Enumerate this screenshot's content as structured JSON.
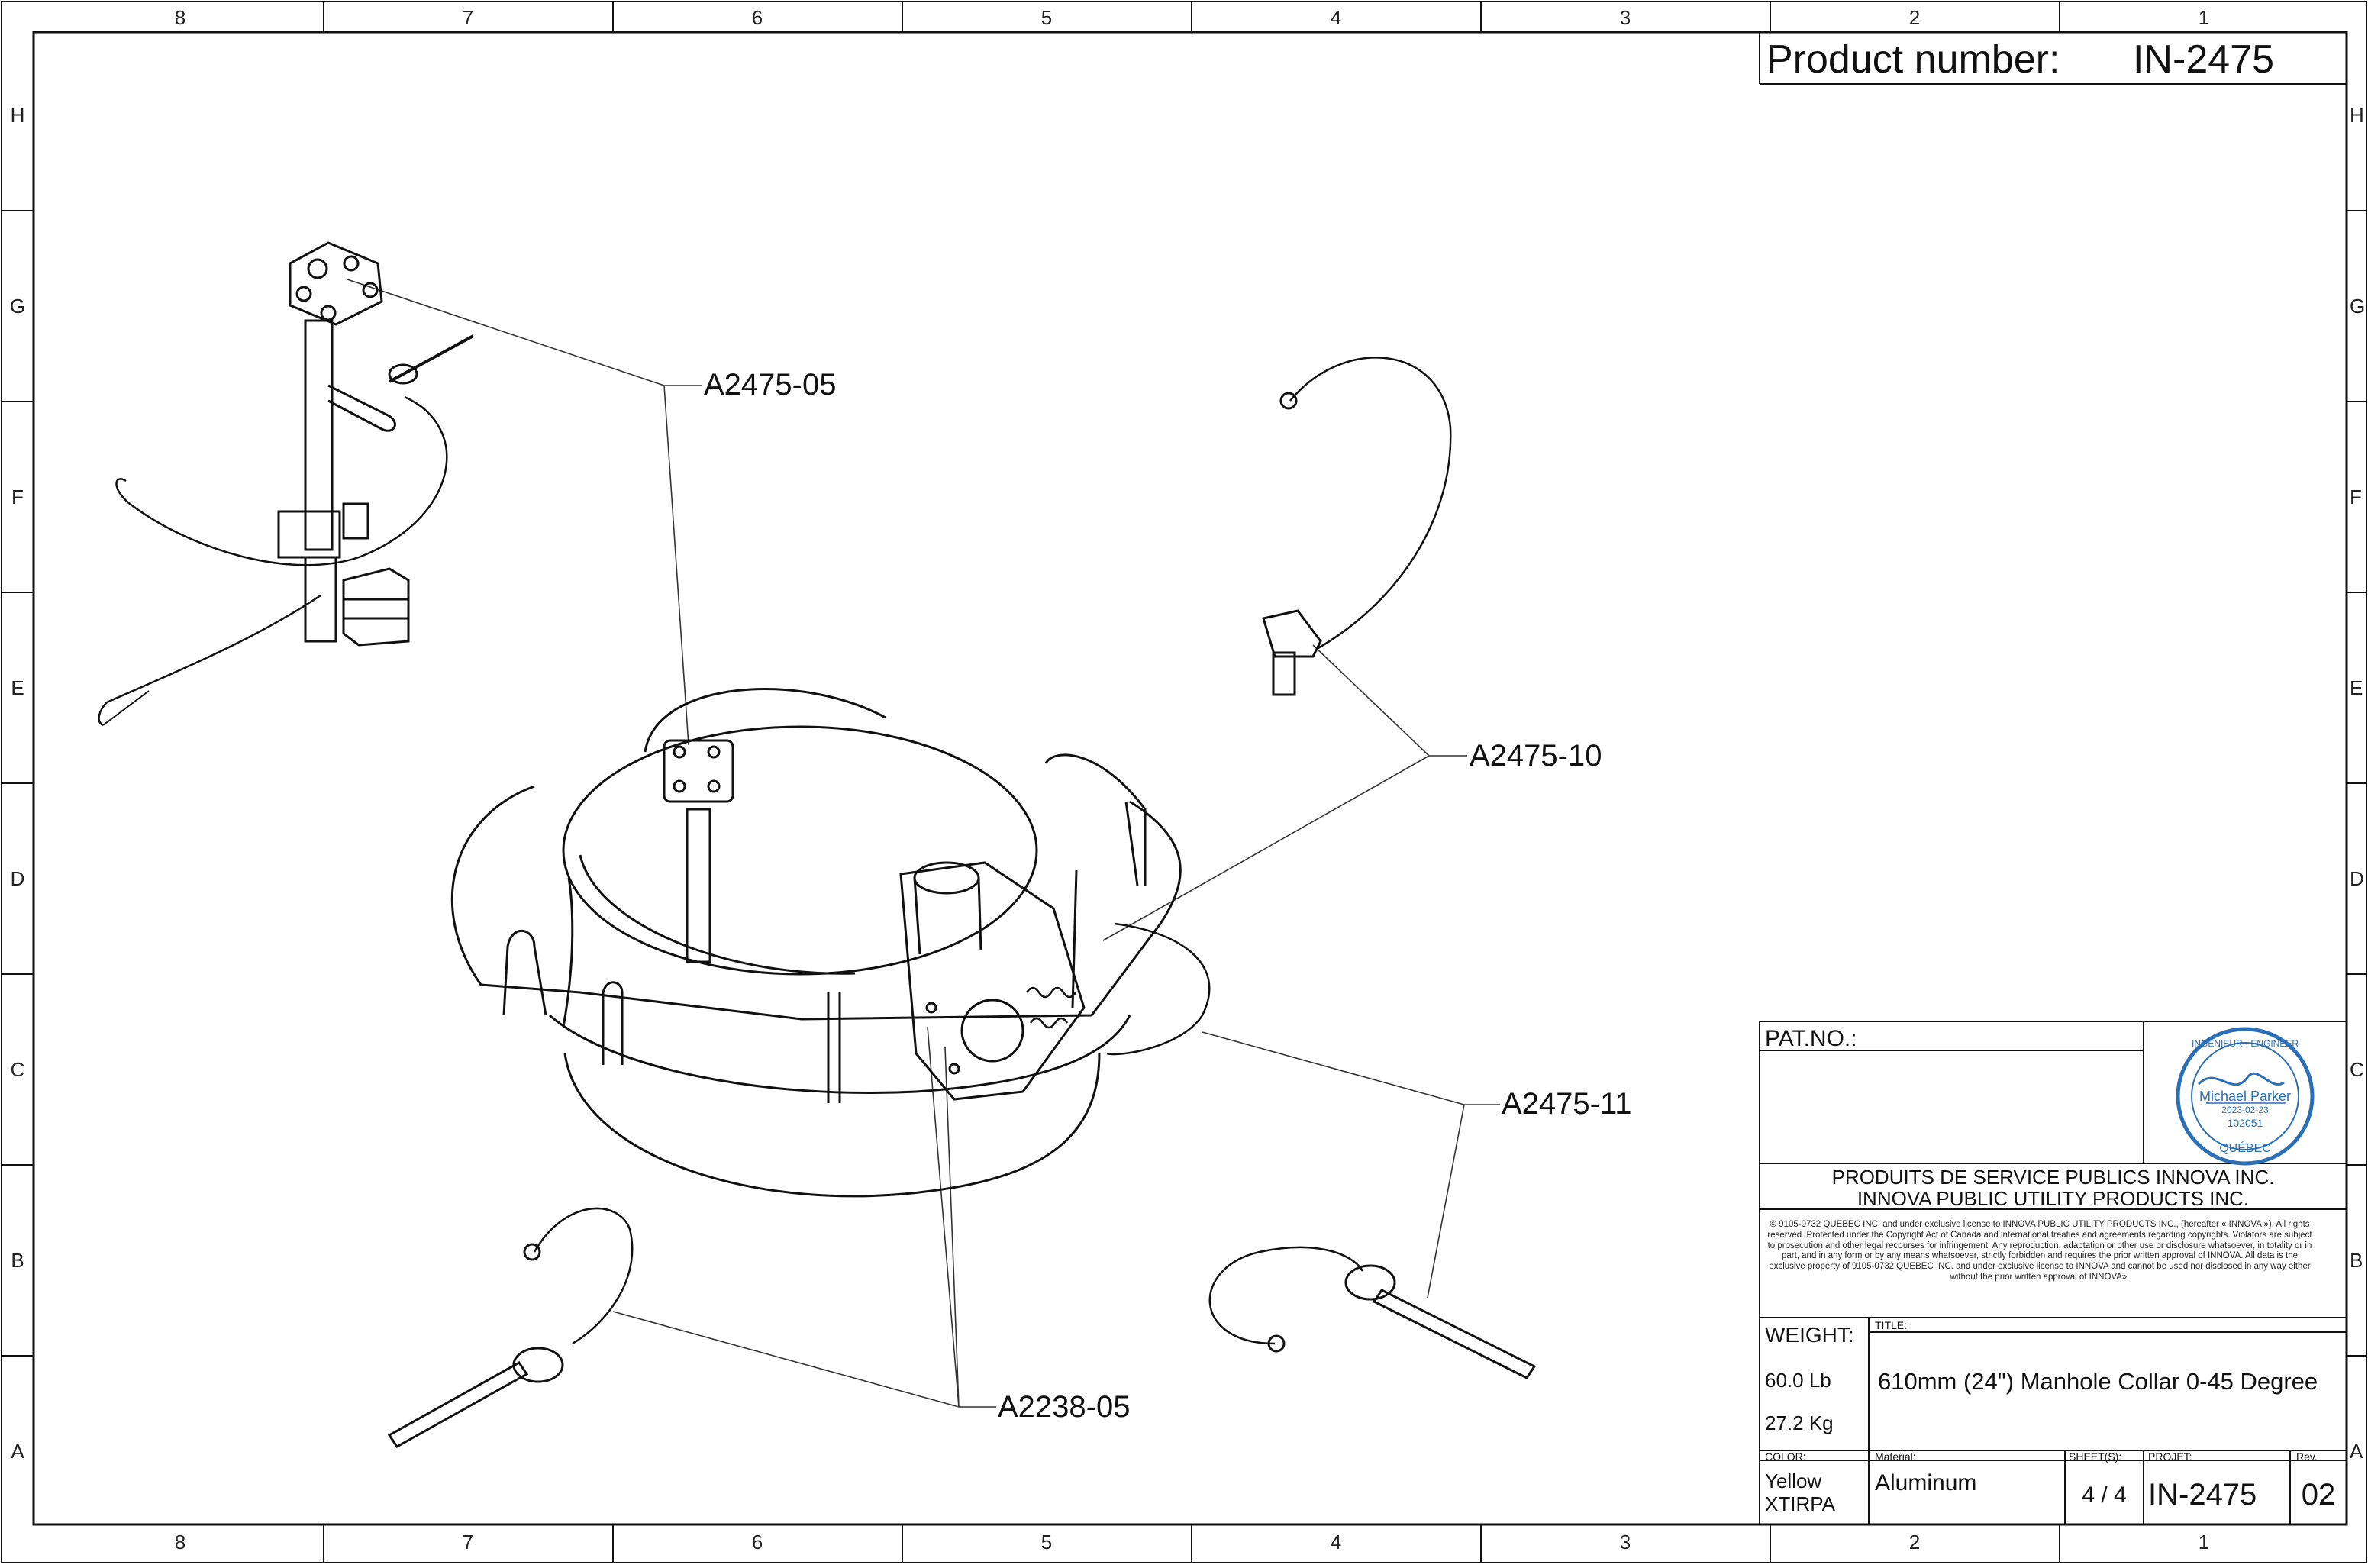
{
  "zones": {
    "columns": [
      "8",
      "7",
      "6",
      "5",
      "4",
      "3",
      "2",
      "1"
    ],
    "rows": [
      "H",
      "G",
      "F",
      "E",
      "D",
      "C",
      "B",
      "A"
    ]
  },
  "callouts": {
    "a2475_05": "A2475-05",
    "a2475_10": "A2475-10",
    "a2475_11": "A2475-11",
    "a2238_05": "A2238-05"
  },
  "header": {
    "product_number_label": "Product number:",
    "product_number_value": "IN-2475"
  },
  "title_block": {
    "pat_no_label": "PAT.NO.:",
    "company_fr": "PRODUITS DE SERVICE PUBLICS INNOVA INC.",
    "company_en": "INNOVA PUBLIC UTILITY PRODUCTS INC.",
    "legal_text": "© 9105-0732 QUEBEC INC. and under exclusive license to INNOVA PUBLIC UTILITY PRODUCTS INC., (hereafter « INNOVA »). All rights reserved. Protected under the Copyright Act of Canada and international treaties and agreements regarding copyrights. Violators are subject to prosecution and other legal recourses for infringement. Any reproduction, adaptation or other use or disclosure whatsoever, in totality or in part, and in any form or by any means whatsoever, strictly forbidden and requires the prior written approval of INNOVA. All data is the exclusive property of 9105-0732 QUEBEC INC. and under exclusive license to INNOVA and cannot be used nor disclosed in any way either without the prior written approval of INNOVA».",
    "weight_label": "WEIGHT:",
    "weight_lb": "60.0 Lb",
    "weight_kg": "27.2 Kg",
    "title_label": "TITLE:",
    "title_value": "610mm (24\") Manhole Collar 0-45 Degree",
    "color_label": "COLOR:",
    "color_value_1": "Yellow",
    "color_value_2": "XTIRPA",
    "material_label": "Material:",
    "material_value": "Aluminum",
    "sheets_label": "SHEET(S):",
    "sheets_value": "4 / 4",
    "project_label": "PROJET:",
    "project_value": "IN-2475",
    "rev_label": "Rev.",
    "rev_value": "02"
  },
  "stamp": {
    "top_text": "INGÉNIEUR · ENGINEER",
    "name": "Michael Parker",
    "date": "2023-02-23",
    "number": "102051",
    "bottom_text": "QUÉBEC"
  },
  "colors": {
    "line": "#111111",
    "stamp_blue": "#2a6fb8"
  }
}
